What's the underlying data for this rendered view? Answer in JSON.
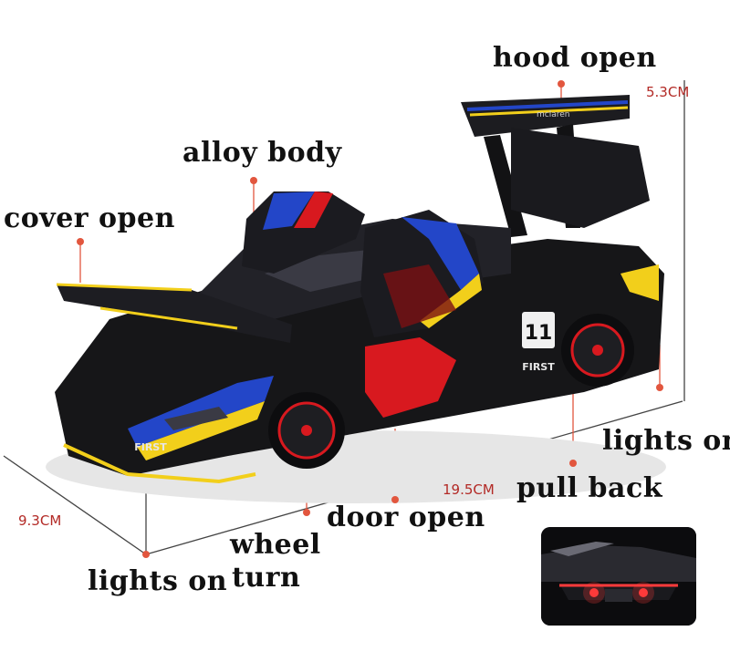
{
  "features": {
    "hood_open": "hood open",
    "alloy_body": "alloy body",
    "cover_open": "cover open",
    "lights_on_right": "lights on",
    "pull_back": "pull back",
    "door_open": "door open",
    "wheel": "wheel",
    "turn": "turn",
    "lights_on_left": "lights on"
  },
  "dimensions": {
    "height": "5.3CM",
    "length": "19.5CM",
    "width": "9.3CM"
  },
  "car": {
    "number": "11",
    "sponsor": "FIRST",
    "wing_text": "mclaren"
  },
  "colors": {
    "body": "#161618",
    "blue": "#2346c8",
    "yellow": "#f2cf1b",
    "red": "#d8191f",
    "dim_text": "#b32a26",
    "marker": "#e2563e",
    "light": "#ff3a3a"
  }
}
